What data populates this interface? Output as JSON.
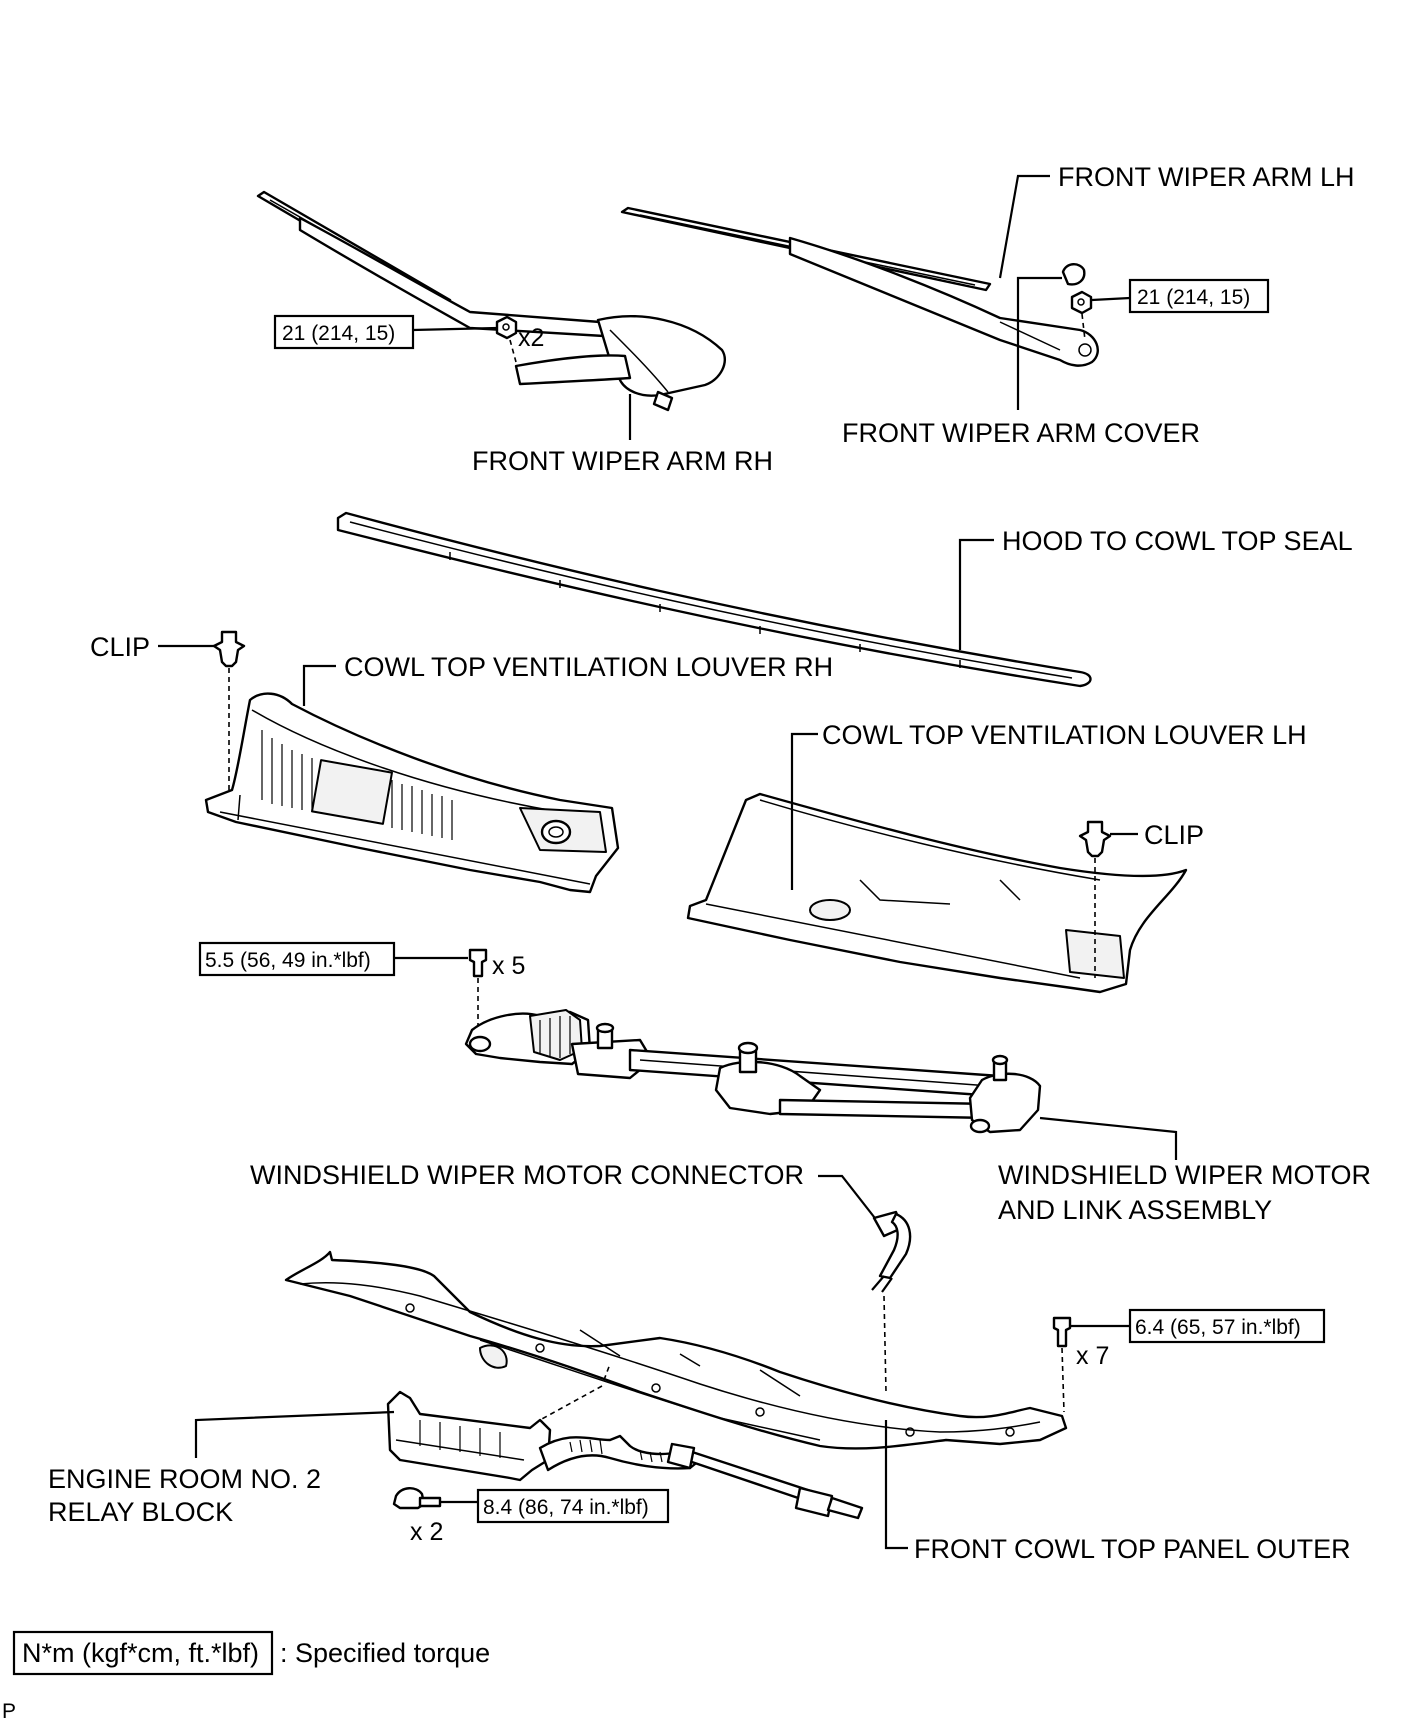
{
  "labels": {
    "wiper_arm_lh": "FRONT WIPER ARM LH",
    "wiper_arm_rh": "FRONT WIPER ARM RH",
    "wiper_arm_cover": "FRONT WIPER ARM COVER",
    "hood_seal": "HOOD TO COWL TOP SEAL",
    "clip_left": "CLIP",
    "clip_right": "CLIP",
    "louver_rh": "COWL TOP VENTILATION LOUVER RH",
    "louver_lh": "COWL TOP VENTILATION LOUVER LH",
    "motor_connector": "WINDSHIELD WIPER MOTOR CONNECTOR",
    "motor_link_line1": "WINDSHIELD WIPER MOTOR",
    "motor_link_line2": "AND LINK ASSEMBLY",
    "relay_block_line1": "ENGINE ROOM NO. 2",
    "relay_block_line2": "RELAY BLOCK",
    "cowl_panel_outer": "FRONT COWL TOP PANEL OUTER",
    "page_marker": "P"
  },
  "torques": {
    "arm_rh": "21 (214,  15)",
    "arm_lh": "21 (214,  15)",
    "motor_link": "5.5 (56, 49 in.*lbf)",
    "cowl_panel": "6.4 (65, 57 in.*lbf)",
    "relay_block": "8.4 (86, 74 in.*lbf)"
  },
  "quantities": {
    "arm_rh": "x2",
    "motor_link": "x 5",
    "cowl_panel": "x 7",
    "relay_block": "x 2"
  },
  "legend": {
    "unit_box": "N*m (kgf*cm, ft.*lbf)",
    "description": ": Specified torque"
  }
}
